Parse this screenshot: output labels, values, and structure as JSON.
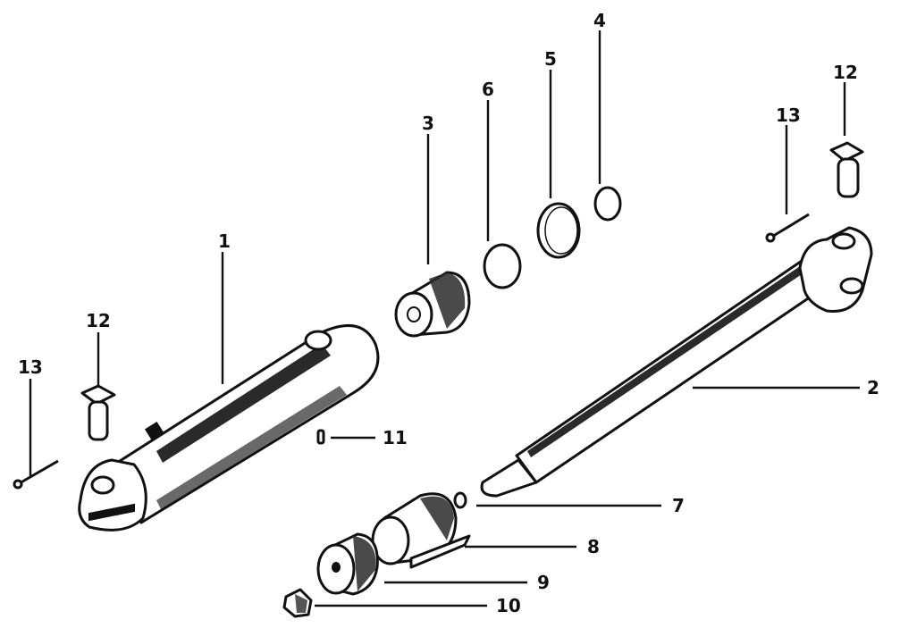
{
  "callouts": {
    "c1": "1",
    "c2": "2",
    "c3": "3",
    "c4": "4",
    "c5": "5",
    "c6": "6",
    "c7": "7",
    "c8": "8",
    "c9": "9",
    "c10": "10",
    "c11": "11",
    "c12a": "12",
    "c12b": "12",
    "c13a": "13",
    "c13b": "13"
  },
  "colors": {
    "ink": "#111111",
    "paper": "#ffffff"
  }
}
